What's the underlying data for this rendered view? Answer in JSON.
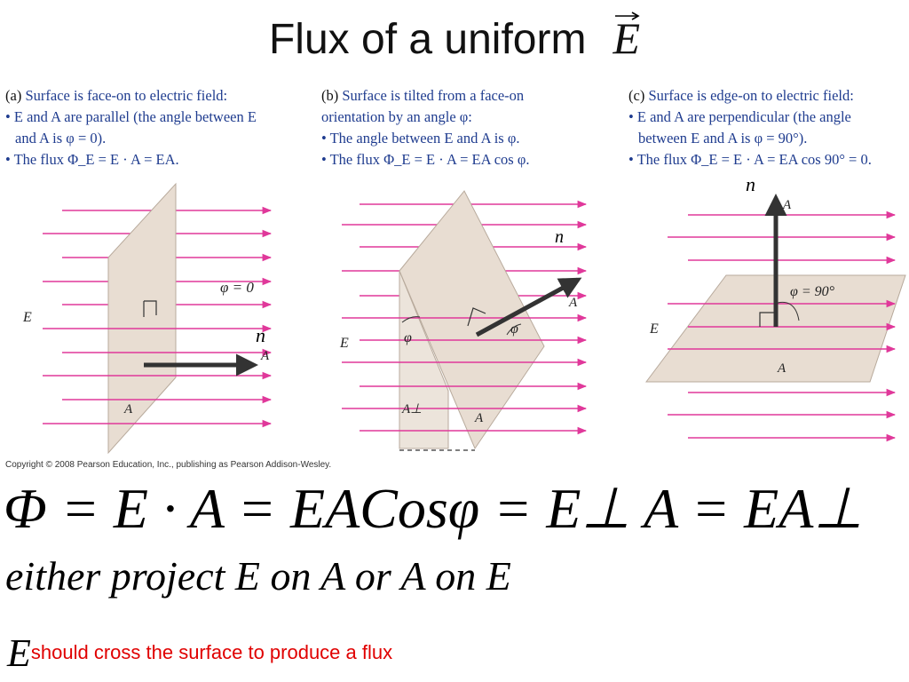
{
  "title": {
    "text": "Flux of a uniform",
    "vector_symbol": "E"
  },
  "panels": {
    "a": {
      "label": "(a)",
      "heading": "Surface is face-on to electric field:",
      "bullet1_line1": "• E and A are parallel (the angle between E",
      "bullet1_line2": "and A is φ = 0).",
      "bullet2": "• The flux Φ_E = E · A = EA.",
      "phi_label": "φ = 0",
      "field_label": "E",
      "normal_label": "n",
      "area_vector_label": "A",
      "surface_label": "A"
    },
    "b": {
      "label": "(b)",
      "heading_line1": "Surface is tilted from a face-on",
      "heading_line2": "orientation by an angle φ:",
      "bullet1": "• The angle between E and A is φ.",
      "bullet2": "• The flux Φ_E = E · A = EA cos φ.",
      "phi_label": "φ",
      "field_label": "E",
      "normal_label": "n",
      "area_vector_label": "A",
      "perp_area_label": "A⊥",
      "surface_label": "A"
    },
    "c": {
      "label": "(c)",
      "heading": "Surface is edge-on to electric field:",
      "bullet1_line1": "• E and A are perpendicular (the angle",
      "bullet1_line2": "between E and A is φ = 90°).",
      "bullet2": "• The flux Φ_E = E · A = EA cos 90° = 0.",
      "phi_label": "φ = 90°",
      "field_label": "E",
      "normal_label": "n",
      "area_vector_label": "A",
      "surface_label": "A"
    }
  },
  "copyright": "Copyright © 2008 Pearson Education, Inc., publishing as Pearson Addison-Wesley.",
  "equation_main": "Φ = E · A = EACosφ = E⊥ A = EA⊥",
  "equation_projection": "either project E on A or A on E",
  "note": {
    "symbol": "E",
    "text": "should cross the surface to produce a flux"
  },
  "colors": {
    "field_line": "#e0389a",
    "surface": "#e8ddd2",
    "surface_edge": "#b8aa9c",
    "caption": "#1f3c8f",
    "note": "#e00000"
  }
}
